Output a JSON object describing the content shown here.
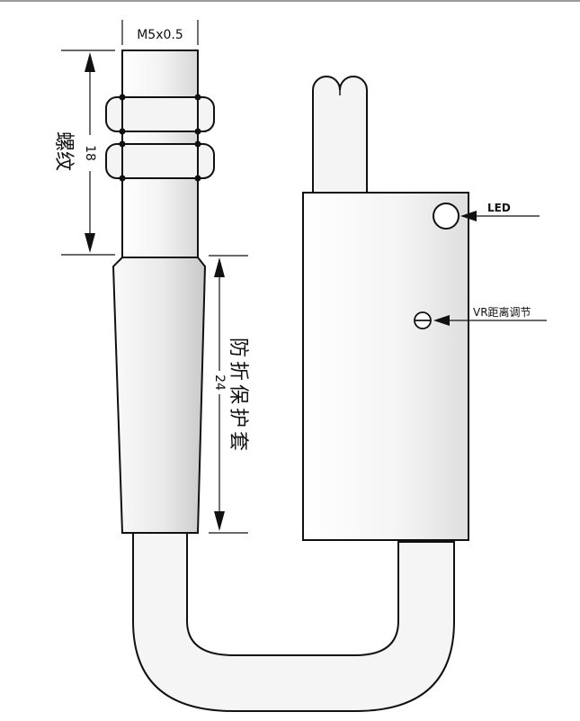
{
  "labels": {
    "thread_size": "M5x0.5",
    "thread_length": "18",
    "thread_text": "螺纹",
    "sleeve_length": "24",
    "sleeve_text": "防折保护套",
    "led": "LED",
    "vr": "VR距离调节"
  },
  "colors": {
    "stroke": "#111111",
    "fill_light": "#f7f7f7",
    "fill_mid": "#e6e6e6",
    "fill_dark": "#cfcfcf",
    "top_rule": "#9a9a9a"
  }
}
